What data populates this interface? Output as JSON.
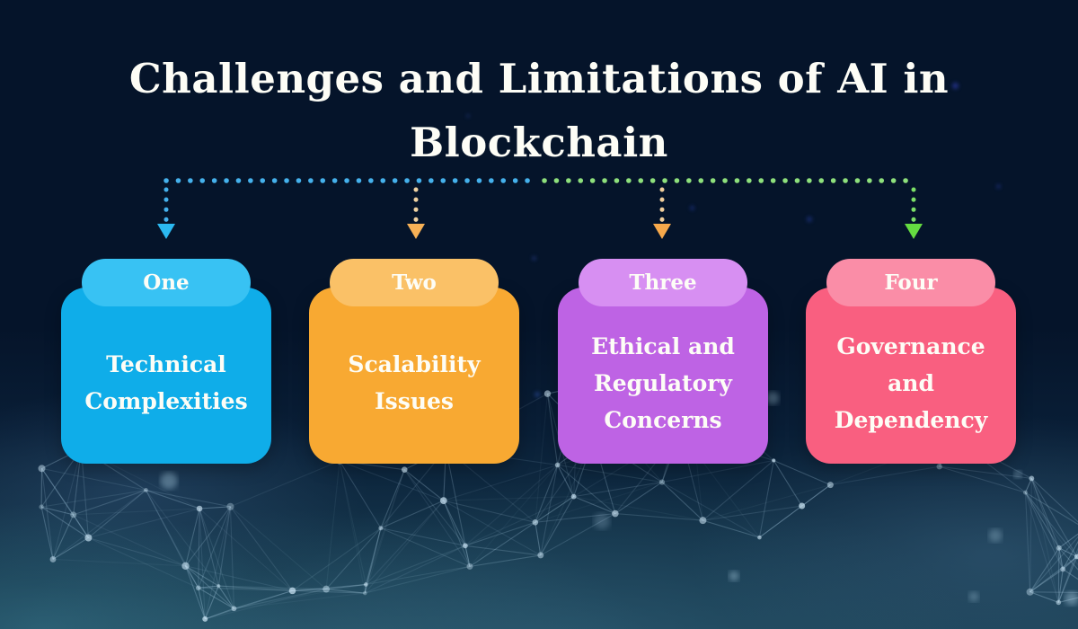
{
  "title": {
    "lines": [
      "Challenges and Limitations of AI in",
      "Blockchain"
    ]
  },
  "connector": {
    "left_line_color": "#45B1EC",
    "right_line_color": "#8EE07C",
    "drops": [
      {
        "dot_color": "#45B1EC",
        "arrow_color": "#2BB9F1"
      },
      {
        "dot_color": "#EFD2A2",
        "arrow_color": "#F7B156"
      },
      {
        "dot_color": "#F0CE9C",
        "arrow_color": "#F7A94B"
      },
      {
        "dot_color": "#7CDF66",
        "arrow_color": "#65DC41"
      }
    ]
  },
  "cards": [
    {
      "tab_label": "One",
      "title_lines": [
        "Technical",
        "Complexities"
      ],
      "body_color": "#0FADE9",
      "tab_color": "#38C2F3"
    },
    {
      "tab_label": "Two",
      "title_lines": [
        "Scalability",
        "Issues"
      ],
      "body_color": "#F8A932",
      "tab_color": "#FAC167"
    },
    {
      "tab_label": "Three",
      "title_lines": [
        "Ethical and",
        "Regulatory",
        "Concerns"
      ],
      "body_color": "#BE63E4",
      "tab_color": "#D78FF2"
    },
    {
      "tab_label": "Four",
      "title_lines": [
        "Governance",
        "and",
        "Dependency"
      ],
      "body_color": "#F95F80",
      "tab_color": "#FA8DA7"
    }
  ],
  "background": {
    "base_color": "#05142A",
    "network_accent": "#AFD4EC"
  }
}
